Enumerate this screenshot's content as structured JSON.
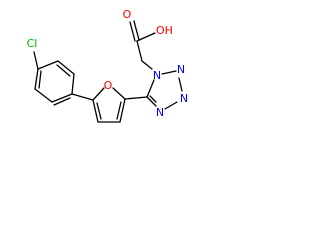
{
  "colors": {
    "bond": "#000000",
    "oxygen": "#ff0000",
    "nitrogen": "#0000ff",
    "chlorine": "#00b000",
    "background": "#ffffff"
  },
  "atoms": {
    "o_ketone": "O",
    "o_hydroxyl": "OH",
    "n1": "N",
    "n2": "N",
    "n3": "N",
    "n4": "N",
    "o_furan": "O",
    "cl": "Cl"
  }
}
